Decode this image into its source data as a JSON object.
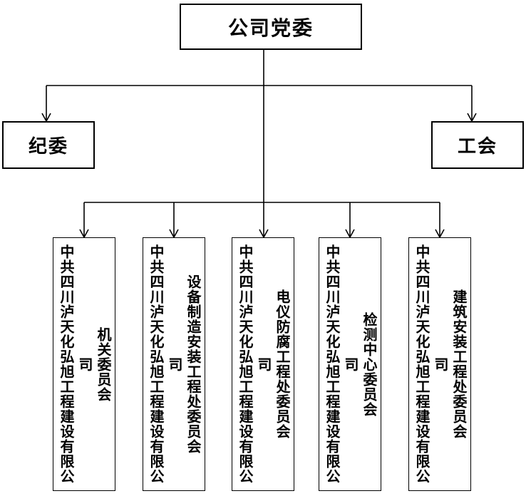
{
  "diagram": {
    "title_hint": "party-committee-organization-chart",
    "root": {
      "label": "公司党委"
    },
    "branches": {
      "left": {
        "label": "纪委"
      },
      "right": {
        "label": "工会"
      }
    },
    "committees": [
      {
        "company": "中共四川泸天化弘旭工程建设有限公司",
        "name": "机关委员会"
      },
      {
        "company": "中共四川泸天化弘旭工程建设有限公司",
        "name": "设备制造安装工程处委员会"
      },
      {
        "company": "中共四川泸天化弘旭工程建设有限公司",
        "name": "电仪防腐工程处委员会"
      },
      {
        "company": "中共四川泸天化弘旭工程建设有限公司",
        "name": "检测中心委员会"
      },
      {
        "company": "中共四川泸天化弘旭工程建设有限公司",
        "name": "建筑安装工程处委员会"
      }
    ],
    "colors": {
      "background": "#ffffff",
      "line": "#000000",
      "border": "#000000",
      "text": "#000000"
    }
  }
}
